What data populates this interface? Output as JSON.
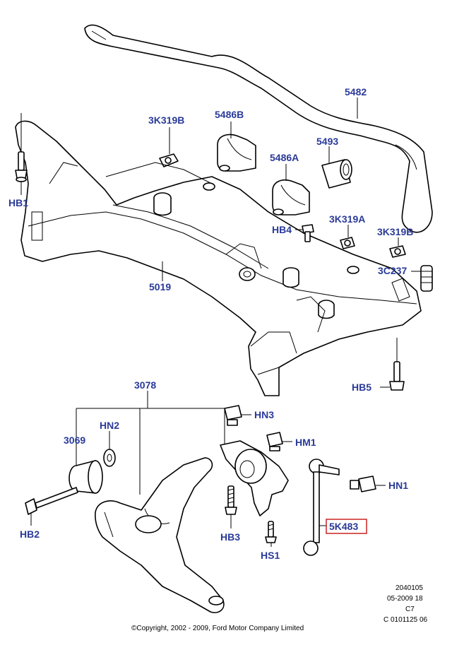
{
  "labels": {
    "l5482": "5482",
    "l3K319B_top": "3K319B",
    "l5486B": "5486B",
    "l5486A": "5486A",
    "l5493": "5493",
    "lHB1": "HB1",
    "lHB4": "HB4",
    "l3K319A": "3K319A",
    "l3K319B_right": "3K319B",
    "l3C237": "3C237",
    "l5019": "5019",
    "lHB5": "HB5",
    "l3078": "3078",
    "lHN3": "HN3",
    "l3069": "3069",
    "lHN2": "HN2",
    "lHM1": "HM1",
    "lHN1": "HN1",
    "lHB2": "HB2",
    "lHB3": "HB3",
    "l5K483": "5K483",
    "lHS1": "HS1"
  },
  "footer": {
    "code1": "2040105",
    "code2": "05-2009 18",
    "code3": "C7",
    "code4": "C 0101125 06",
    "copyright": "©Copyright, 2002 - 2009, Ford Motor Company Limited"
  },
  "colors": {
    "label": "#2a3a99",
    "highlight_box": "#cc2222"
  }
}
